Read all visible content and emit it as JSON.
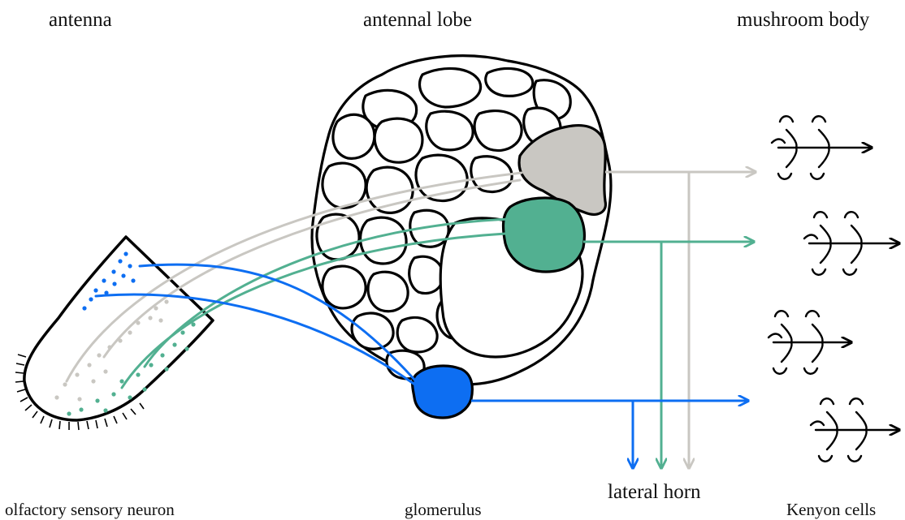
{
  "labels": {
    "antenna": "antenna",
    "antennal_lobe": "antennal lobe",
    "mushroom_body": "mushroom body",
    "olfactory_sensory_neuron": "olfactory sensory neuron",
    "glomerulus": "glomerulus",
    "lateral_horn": "lateral horn",
    "kenyon_cells": "Kenyon cells"
  },
  "colors": {
    "gray_pathway": "#c9c7c2",
    "green_pathway": "#52b091",
    "blue_pathway": "#0d6ef2",
    "outline": "#000000"
  }
}
